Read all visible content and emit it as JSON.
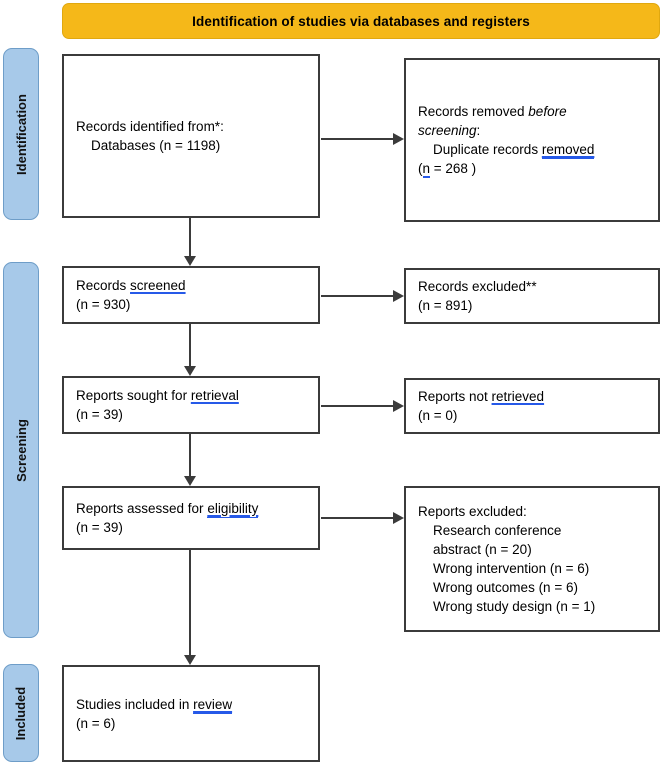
{
  "banner": {
    "title": "Identification of studies via databases and registers",
    "color": "#F5B819"
  },
  "stages": {
    "identification": "Identification",
    "screening": "Screening",
    "included": "Included",
    "color": "#A7C9E9"
  },
  "boxes": {
    "identified": {
      "line1": "Records identified from*:",
      "line2": "    Databases (n = 1198)",
      "count": 1198
    },
    "removed": {
      "line1_a": "Records removed ",
      "line1_b": "before",
      "line2_a": "screening",
      "line2_b": ":",
      "line3_a": "    Duplicate records ",
      "line3_b": "removed",
      "line4_a": "(",
      "line4_b": "n",
      "line4_c": " = 268 )",
      "count": 268
    },
    "screened": {
      "line1_a": "Records ",
      "line1_b": "screened",
      "line2": "(n = 930)",
      "count": 930
    },
    "excluded": {
      "line1": "Records excluded**",
      "line2": "(n = 891)",
      "count": 891
    },
    "sought": {
      "line1_a": "Reports sought for ",
      "line1_b": "retrieval",
      "line2": "(n = 39)",
      "count": 39
    },
    "notretrieved": {
      "line1_a": "Reports not ",
      "line1_b": "retrieved",
      "line2": "(n = 0)",
      "count": 0
    },
    "assessed": {
      "line1_a": "Reports assessed for ",
      "line1_b": "eligibility",
      "line2": "(n = 39)",
      "count": 39
    },
    "repexcluded": {
      "line1": "Reports excluded:",
      "line2": "    Research conference",
      "line3": "    abstract (n = 20)",
      "line4": "    Wrong intervention (n = 6)",
      "line5": "    Wrong outcomes (n = 6)",
      "line6": "    Wrong study design (n = 1)"
    },
    "included": {
      "line1_a": "Studies included in ",
      "line1_b": "review",
      "line2": "(n = 6)",
      "count": 6
    }
  },
  "arrows": {
    "color": "#3B3B3B",
    "down_identified_to_screened": "down-arrow",
    "down_screened_to_sought": "down-arrow",
    "down_sought_to_assessed": "down-arrow",
    "down_assessed_to_included": "down-arrow",
    "right_identified_to_removed": "right-arrow",
    "right_screened_to_excluded": "right-arrow",
    "right_sought_to_notretrieved": "right-arrow",
    "right_assessed_to_repexcluded": "right-arrow"
  }
}
